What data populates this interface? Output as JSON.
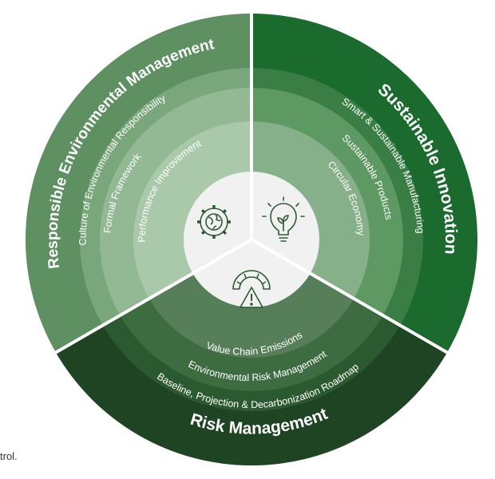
{
  "sections": {
    "sustainable_innovation": {
      "title": "Sustainable Innovation",
      "rings": [
        "Smart & Sustainable Manufacturing",
        "Sustainable Products",
        "Circular Economy"
      ],
      "icon": "lightbulb-plant-icon"
    },
    "risk_management": {
      "title": "Risk Management",
      "rings": [
        "Baseline, Projection & Decarbonization Roadmap",
        "Environmental Risk Management",
        "Value Chain Emissions"
      ],
      "icon": "gauge-warning-icon"
    },
    "environmental_management": {
      "title": "Responsible Environmental Management",
      "rings": [
        "Culture of Environmental Responsibility",
        "Formal Framework",
        "Performance Improvement"
      ],
      "icon": "gear-globe-icon"
    }
  },
  "stray_text": "trol.",
  "colors": {
    "innovation_outer": "#1b6a2e",
    "risk_outer": "#1f4424",
    "env_outer": "#5e9062",
    "center": "#f1f1f1",
    "icon_stroke": "#2f5a34"
  }
}
